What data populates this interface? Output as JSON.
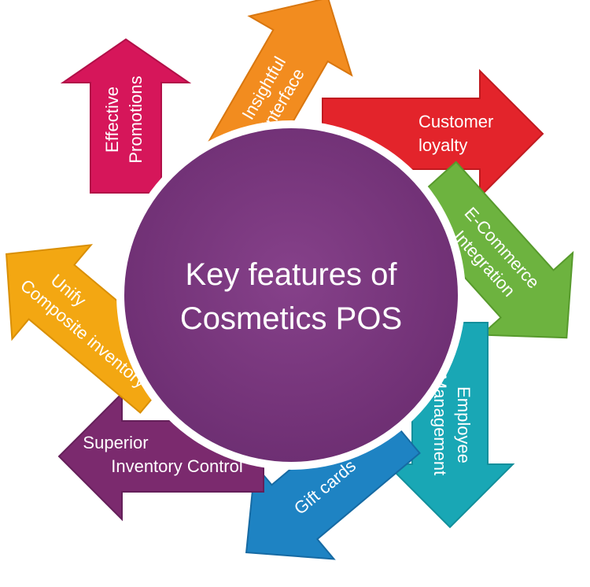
{
  "center": {
    "lines": [
      "Key features of",
      "Cosmetics POS"
    ],
    "color": "#7d3a80"
  },
  "arrows": [
    {
      "id": "insightful-interface",
      "lines": [
        "Insightful",
        "Interface"
      ],
      "color": "#f28c1f",
      "shade": "#d8760f"
    },
    {
      "id": "customer-loyalty",
      "lines": [
        "Customer",
        "loyalty"
      ],
      "color": "#e3242b",
      "shade": "#c01a20"
    },
    {
      "id": "ecommerce-integration",
      "lines": [
        "E-Commerce",
        "Integration"
      ],
      "color": "#6db33f",
      "shade": "#579a2c"
    },
    {
      "id": "employee-management",
      "lines": [
        "Employee",
        "Management"
      ],
      "color": "#19a7b5",
      "shade": "#128f9b"
    },
    {
      "id": "gift-cards",
      "lines": [
        "Gift cards"
      ],
      "color": "#1e83c3",
      "shade": "#166aa3"
    },
    {
      "id": "superior-inventory-control",
      "lines": [
        "Superior",
        "Inventory Control"
      ],
      "color": "#7b2a6e",
      "shade": "#641f59"
    },
    {
      "id": "unify-composite-inventory",
      "lines": [
        "Unify",
        "Composite inventory"
      ],
      "color": "#f3a712",
      "shade": "#d98f05"
    },
    {
      "id": "effective-promotions",
      "lines": [
        "Effective",
        "Promotions"
      ],
      "color": "#d6165a",
      "shade": "#b20f48"
    }
  ]
}
